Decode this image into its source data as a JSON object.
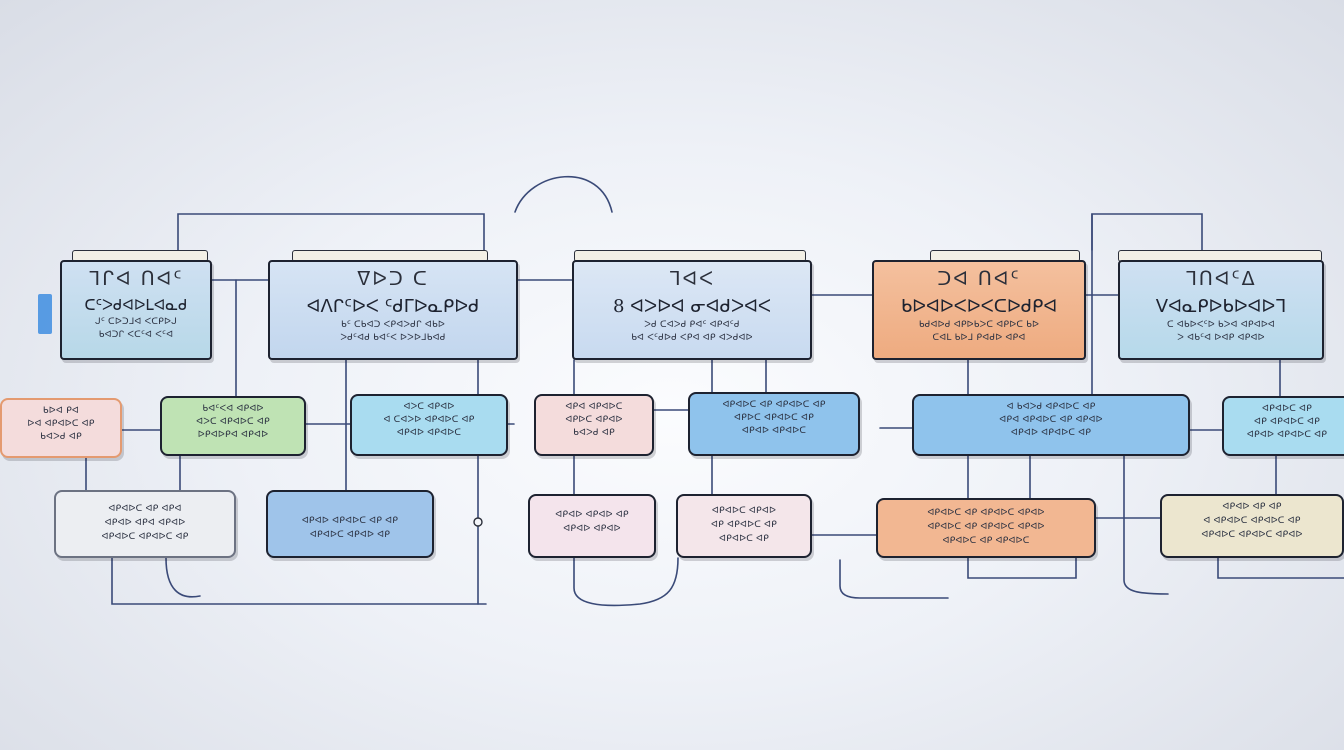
{
  "colors": {
    "blue": "#c9ddf0",
    "cyan": "#a9dcf0",
    "green": "#bfe3b4",
    "pink": "#f4dcdc",
    "orange": "#f2b792",
    "grey": "#eceef2",
    "cream": "#ece6cf",
    "sky": "#8fc3ec",
    "wire": "#3a4a78",
    "tag_accent": "#3e8de0"
  },
  "headers": [
    {
      "title": "ᒣᒋᐊ ᑎᐊᑦ",
      "sub": "ᑕᑦᐳᑯᐊᐅᒪᐊᓇᑯ",
      "lines": [
        "ᒍᑦ ᑕᐅᑐᒧᐊ ᐸᑕᑭᐅᒍ",
        "ᑲᐊᑐᒋ ᐸᑕᑦᐊ ᐸᑦᐊ"
      ]
    },
    {
      "title": "ᐁᐅᑐ ᑕ",
      "sub": "ᐊᐱᒋᑦᐅᐸ ᑦᑯᒥᐅᓇᑭᐅᑯ",
      "lines": [
        "ᑲᑦ ᑕᑲᐊᑐ ᐸᑭᐊᐳᑯᒋ ᐊᑲᐅ",
        "ᐳᑯᑦᐊᑯ ᑲᐊᑦᐸ ᐅᐳᐅᒧᑲᐊᑯ"
      ]
    },
    {
      "title": "ᒣᐊᐸ",
      "sub": "8 ᐊᐳᐅᐊ ᓂᐊᑯᐳᐊᐸ",
      "lines": [
        "ᐳᑯ ᑕᐊᐳᑯ ᑭᐊᑦ ᐊᑭᐊᑦᑯ",
        "ᑲᐊ ᐸᑦᑯᐅᑯ ᐸᑭᐊ ᐊᑭ ᐊᐳᑯᐊᐅ"
      ]
    },
    {
      "title": "ᑐᐊ ᑎᐊᑦ",
      "sub": "ᑲᐅᐊᐅᐸᐅᐸᑕᐅᑯᑭᐊ",
      "lines": [
        "ᑲᑯᐊᐅᑯ ᐊᑭᐅᑲᐳᑕ ᐊᑭᐅᑕ ᑲᐅ",
        "ᑕᐊᒪ ᑲᐅᒧ ᑭᐊᑯᐅ ᐊᑭᐊ"
      ]
    },
    {
      "title": "ᒣᑎᐊᑦᐃ",
      "sub": "ᐯᐊᓇᑭᐅᑲᐅᐊᐅᒣ",
      "lines": [
        "ᑕ ᐊᑲᐅᐸᑦᐅ ᑲᐳᐊ ᐊᑭᐊᐅᐊ",
        "ᐳ ᐊᑲᑦᐊ ᐅᐊᑭ ᐊᑭᐊᐅ"
      ]
    }
  ],
  "row2": [
    {
      "lines": [
        "ᑲᐅᐊ ᑭᐊ",
        "ᐅᐊ ᐊᑭᐊᐅᑕ ᐊᑭ",
        "ᑲᐊᐳᑯ ᐊᑭ"
      ]
    },
    {
      "lines": [
        "ᑲᐊᑦᐸᐊ ᐊᑭᐊᐅ",
        "ᐊᐳᑕ ᐊᑭᐊᐅᑕ ᐊᑭ",
        "ᐅᑭᐊᐅᑭᐊ ᐊᑭᐊᐅ"
      ]
    },
    {
      "lines": [
        "ᐊᐳᑕ ᐊᑭᐊᐅ",
        "ᐊ ᑕᐊᐳᐅ ᐊᑭᐊᐅᑕ ᐊᑭ",
        "ᐊᑭᐊᐅ ᐊᑭᐊᐅᑕ"
      ]
    },
    {
      "lines": [
        "ᐊᑭᐊ ᐊᑭᐊᐅᑕ",
        "ᐊᑭᐅᑕ ᐊᑭᐊᐅ",
        "ᑲᐊᐳᑯ ᐊᑭ"
      ]
    },
    {
      "lines": [
        "ᐊᑭᐊᐅᑕ ᐊᑭ ᐊᑭᐊᐅᑕ ᐊᑭ",
        "ᐊᑭᐅᑕ ᐊᑭᐊᐅᑕ ᐊᑭ",
        "ᐊᑭᐊᐅ ᐊᑭᐊᐅᑕ"
      ]
    },
    {
      "lines": [
        "ᐊ ᑲᐊᐳᑯ ᐊᑭᐊᐅᑕ ᐊᑭ",
        "ᐊᑭᐊ ᐊᑭᐊᐅᑕ ᐊᑭ ᐊᑭᐊᐅ",
        "ᐊᑭᐊᐅ ᐊᑭᐊᐅᑕ ᐊᑭ"
      ]
    },
    {
      "lines": [
        "ᐊᑭᐊᐅᑕ ᐊᑭ",
        "ᐊᑭ ᐊᑭᐊᐅᑕ ᐊᑭ",
        "ᐊᑭᐊᐅ ᐊᑭᐊᐅᑕ ᐊᑭ"
      ]
    }
  ],
  "row3": [
    {
      "lines": [
        "ᐊᑭᐊᐅᑕ ᐊᑭ ᐊᑭᐊ",
        "ᐊᑭᐊᐅ ᐊᑭᐊ ᐊᑭᐊᐅ",
        "ᐊᑭᐊᐅᑕ ᐊᑭᐊᐅᑕ ᐊᑭ"
      ]
    },
    {
      "lines": [
        "ᐊᑭᐊᐅ ᐊᑭᐊᐅᑕ ᐊᑭ ᐊᑭ",
        "ᐊᑭᐊᐅᑕ ᐊᑭᐊᐅ ᐊᑭ"
      ]
    },
    {
      "lines": [
        "ᐊᑭᐊᐅ ᐊᑭᐊᐅ ᐊᑭ",
        "ᐊᑭᐊᐅ ᐊᑭᐊᐅ"
      ]
    },
    {
      "lines": [
        "ᐊᑭᐊᐅᑕ ᐊᑭᐊᐅ",
        "ᐊᑭ ᐊᑭᐊᐅᑕ ᐊᑭ",
        "ᐊᑭᐊᐅᑕ ᐊᑭ"
      ]
    },
    {
      "lines": [
        "ᐊᑭᐊᐅᑕ ᐊᑭ ᐊᑭᐊᐅᑕ ᐊᑭᐊᐅ",
        "ᐊᑭᐊᐅᑕ ᐊᑭ ᐊᑭᐊᐅᑕ ᐊᑭᐊᐅ",
        "ᐊᑭᐊᐅᑕ ᐊᑭ ᐊᑭᐊᐅᑕ"
      ]
    },
    {
      "lines": [
        "ᐊᑭᐊᐅ ᐊᑭ ᐊᑭ",
        "ᐊ ᐊᑭᐊᐅᑕ ᐊᑭᐊᐅᑕ ᐊᑭ",
        "ᐊᑭᐊᐅᑕ ᐊᑭᐊᐅᑕ ᐊᑭᐊᐅ"
      ]
    }
  ]
}
